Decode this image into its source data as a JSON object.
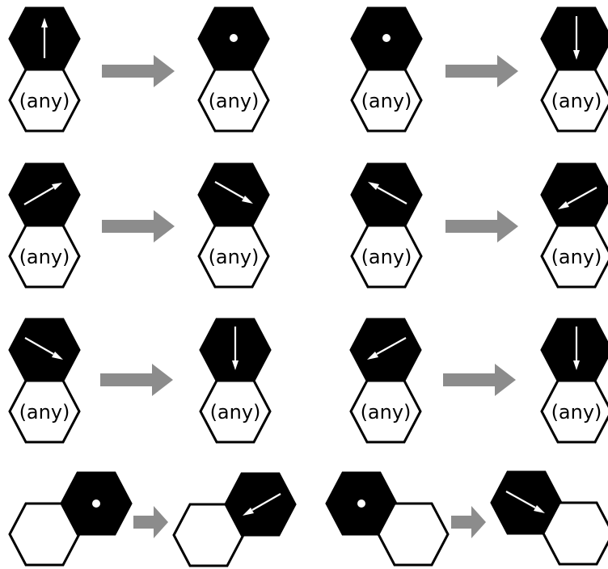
{
  "labels": {
    "any": "(any)"
  },
  "colors": {
    "arrow": "#8c8c8c",
    "black_cell": "#000000",
    "white_cell": "#ffffff"
  },
  "rules": [
    {
      "id": "rule-1",
      "before": "up",
      "after": "rest"
    },
    {
      "id": "rule-2",
      "before": "rest",
      "after": "down"
    },
    {
      "id": "rule-3",
      "before": "up-right",
      "after": "down-right"
    },
    {
      "id": "rule-4",
      "before": "up-left",
      "after": "down-left"
    },
    {
      "id": "rule-5",
      "before": "down-right",
      "after": "down"
    },
    {
      "id": "rule-6",
      "before": "down-left",
      "after": "down"
    },
    {
      "id": "rule-7",
      "before": "rest",
      "after": "down-left"
    },
    {
      "id": "rule-8",
      "before": "rest",
      "after": "down-right"
    }
  ]
}
